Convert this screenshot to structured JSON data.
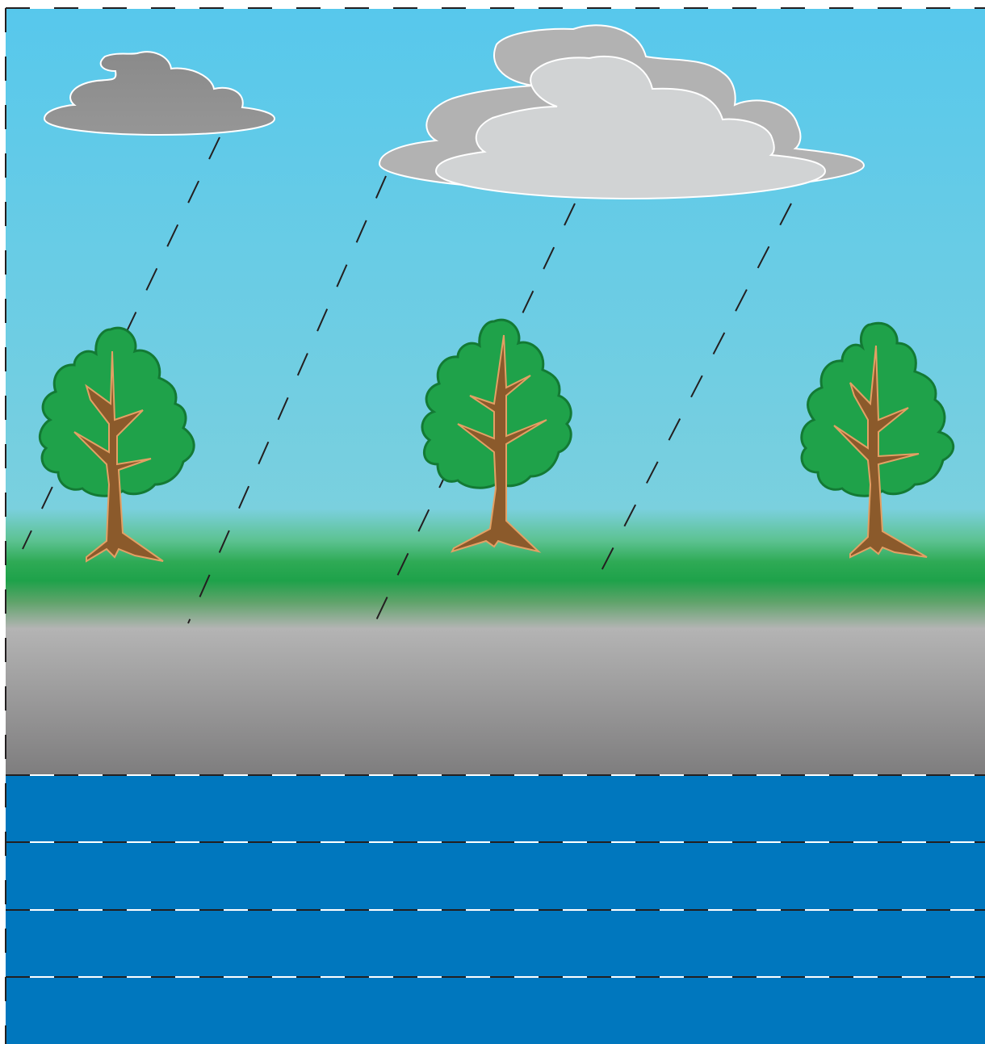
{
  "diagram": {
    "panels": [
      "sky",
      "ground-surface",
      "water-layers"
    ],
    "elements": [
      "small-cloud",
      "large-cloud",
      "rain-streaks",
      "tree-left",
      "tree-center",
      "tree-right",
      "grass-band",
      "soil-layer",
      "water-layer-1",
      "water-layer-2",
      "water-layer-3",
      "water-layer-4"
    ],
    "colors": {
      "sky_top": "#57C8EC",
      "sky_bottom": "#7BD0DE",
      "grass": "#1EA24A",
      "soil_top": "#B4B4B4",
      "soil_bottom": "#7E7D7E",
      "water": "#0077BE",
      "cloud_dark": "#8A8A8A",
      "cloud_mid": "#B2B2B2",
      "cloud_light": "#D1D3D4",
      "foliage": "#1FA24A",
      "foliage_edge": "#137A34",
      "trunk": "#8B5A2B",
      "trunk_edge": "#E3A064",
      "border_dash": "#231F20"
    }
  }
}
